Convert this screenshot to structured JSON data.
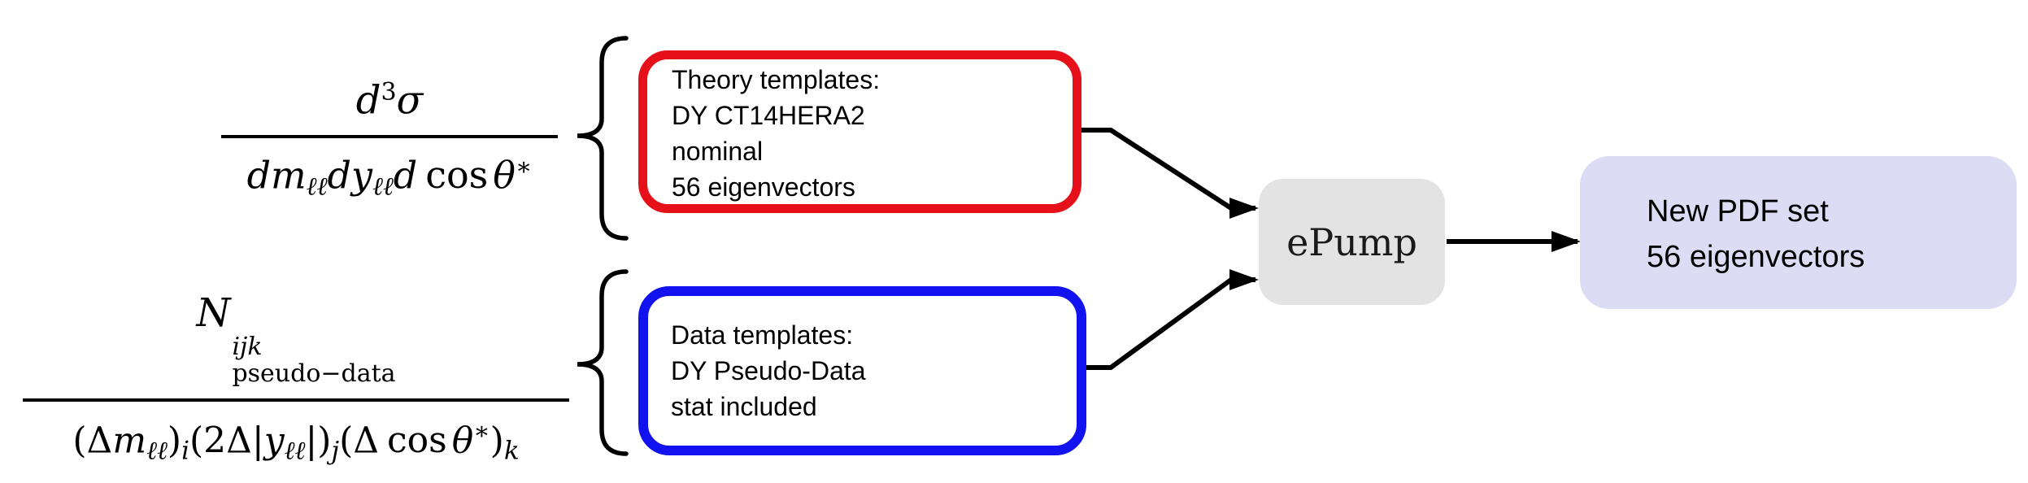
{
  "diagram": {
    "formula_top": {
      "num_d": "d",
      "num_exp": "3",
      "num_sigma": "σ",
      "den_dm": "dm",
      "den_sub1": "ℓℓ",
      "den_dy": "dy",
      "den_sub2": "ℓℓ",
      "den_d": "d",
      "den_cos": "cos",
      "den_theta": "θ",
      "den_star": "∗"
    },
    "formula_bottom": {
      "num_N": "N",
      "num_sup": "ijk",
      "num_sub": "pseudo−data",
      "den_open1": "(Δ",
      "den_m": "m",
      "den_msub": "ℓℓ",
      "den_close1": ")",
      "den_i": "i",
      "den_open2": "(2Δ|",
      "den_y": "y",
      "den_ysub": "ℓℓ",
      "den_close2": "|)",
      "den_j": "j",
      "den_open3": "(Δ",
      "den_cos": "cos",
      "den_theta": "θ",
      "den_star": "∗",
      "den_close3": ")",
      "den_k": "k"
    },
    "theory_box": {
      "border_color": "#e51019",
      "lines": [
        "Theory templates:",
        "DY CT14HERA2",
        "nominal",
        "56 eigenvectors"
      ]
    },
    "data_box": {
      "border_color": "#1212f0",
      "lines": [
        "Data templates:",
        "DY Pseudo-Data",
        "stat included"
      ]
    },
    "epump_box": {
      "fill_color": "#e3e3e3",
      "label": "ePump"
    },
    "output_box": {
      "fill_color": "#dcdcf5",
      "lines": [
        "New PDF set",
        "56 eigenvectors"
      ]
    }
  }
}
